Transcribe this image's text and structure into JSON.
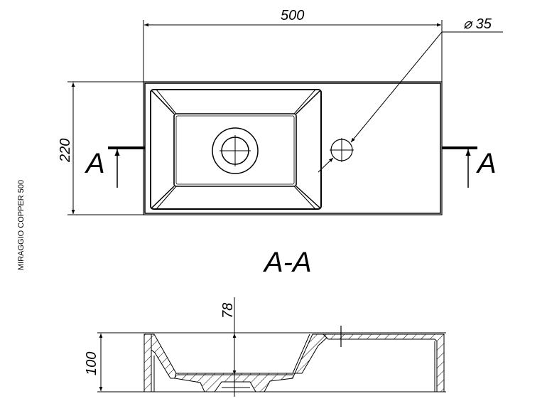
{
  "drawing": {
    "side_label": "MIRAGGIO COPPER 500",
    "plan": {
      "width_dim": "500",
      "height_dim": "220",
      "hole_dim": "⌀ 35",
      "section_marker_left": "A",
      "section_marker_right": "A"
    },
    "section": {
      "title": "A-A",
      "depth_dim": "78",
      "height_dim": "100"
    }
  }
}
